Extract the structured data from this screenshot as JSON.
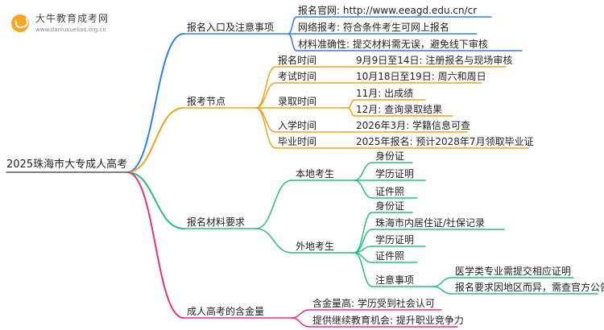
{
  "logo": {
    "title": "大牛教育成考网",
    "subtitle": "www.daniuxueliao.org.cn"
  },
  "colors": {
    "blue": "#2f80ed",
    "orange": "#f2a31b",
    "green": "#2bbf7e",
    "pink": "#e8317a"
  },
  "root": "2025珠海市大专成人高考",
  "branches": [
    {
      "label": "报名入口及注意事项",
      "items": [
        "报名官网: http://www.eeagd.edu.cn/cr",
        "网络报考: 符合条件考生可网上报名",
        "材料准确性: 提交材料需无误，避免线下审核"
      ]
    },
    {
      "label": "报考节点",
      "items": [
        {
          "label": "报名时间",
          "detail": "9月9日至14日: 注册报名与现场审核"
        },
        {
          "label": "考试时间",
          "detail": "10月18日至19日: 周六和周日"
        },
        {
          "label": "录取时间",
          "details": [
            "11月: 出成绩",
            "12月: 查询录取结果"
          ]
        },
        {
          "label": "入学时间",
          "detail": "2026年3月: 学籍信息可查"
        },
        {
          "label": "毕业时间",
          "detail": "2025年报名: 预计2028年7月领取毕业证"
        }
      ]
    },
    {
      "label": "报名材料要求",
      "groups": [
        {
          "label": "本地考生",
          "items": [
            "身份证",
            "学历证明",
            "证件照"
          ]
        },
        {
          "label": "外地考生",
          "items": [
            "身份证",
            "珠海市内居住证/社保记录",
            "学历证明",
            "证件照"
          ],
          "notes": {
            "label": "注意事项",
            "items": [
              "医学类专业需提交相应证明",
              "报名要求因地区而异，需查官方公告"
            ]
          }
        }
      ]
    },
    {
      "label": "成人高考的含金量",
      "items": [
        "含金量高: 学历受到社会认可",
        "提供继续教育机会: 提升职业竞争力"
      ]
    }
  ]
}
